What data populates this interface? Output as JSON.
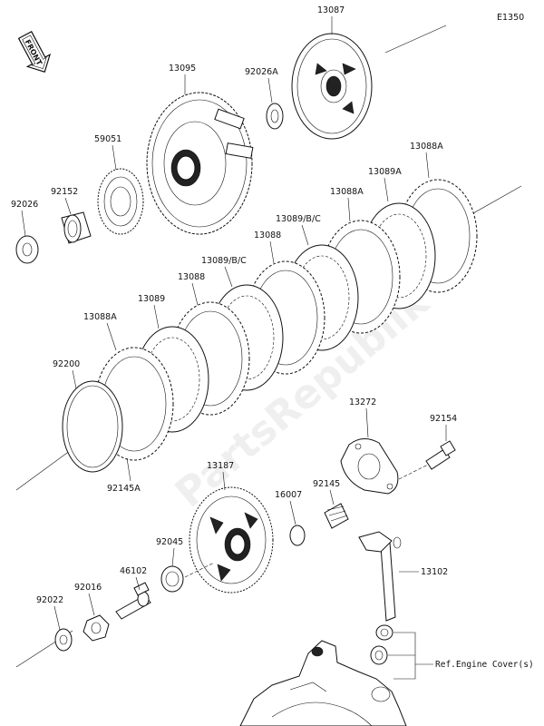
{
  "diagram_code": "E1350",
  "front_label": "FRONT",
  "watermark": "PartsRepublik",
  "parts": {
    "p13087": "13087",
    "p13095": "13095",
    "p92026A": "92026A",
    "p59051": "59051",
    "p92152": "92152",
    "p92026": "92026",
    "p13088A_top": "13088A",
    "p13089A": "13089A",
    "p13088A_mid": "13088A",
    "p13089BC_1": "13089/B/C",
    "p13088_1": "13088",
    "p13089BC_2": "13089/B/C",
    "p13088_2": "13088",
    "p13089": "13089",
    "p13088A_low": "13088A",
    "p92200": "92200",
    "p92145A": "92145A",
    "p13272": "13272",
    "p92154": "92154",
    "p92145": "92145",
    "p13187": "13187",
    "p16007": "16007",
    "p92045": "92045",
    "p46102": "46102",
    "p92016": "92016",
    "p92022": "92022",
    "p13102": "13102",
    "ref_engine_cover": "Ref.Engine Cover(s)"
  }
}
